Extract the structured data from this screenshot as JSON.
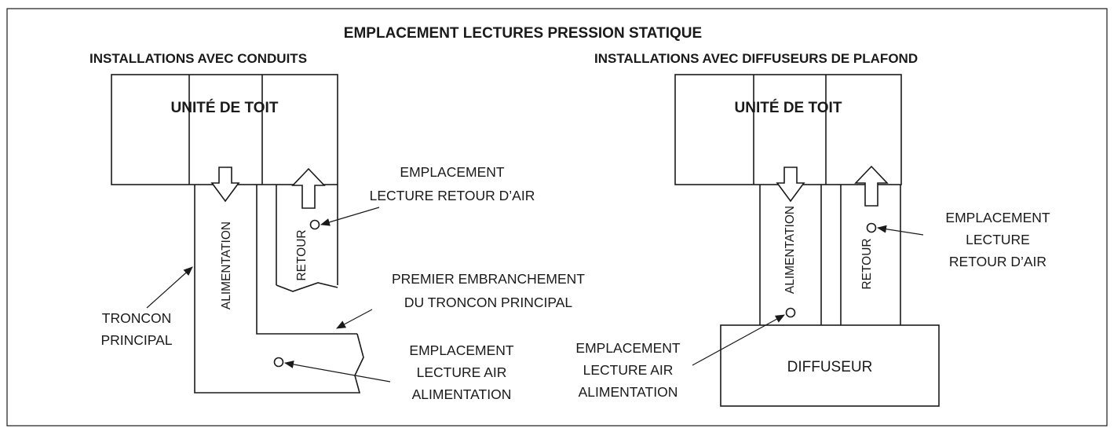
{
  "title": "EMPLACEMENT LECTURES PRESSION STATIQUE",
  "left": {
    "heading": "INSTALLATIONS AVEC CONDUITS",
    "unit_label": "UNITÉ DE TOIT",
    "supply_label": "ALIMENTATION",
    "return_label": "RETOUR",
    "return_reading": [
      "EMPLACEMENT",
      "LECTURE RETOUR D’AIR"
    ],
    "branch": [
      "PREMIER EMBRANCHEMENT",
      "DU TRONCON PRINCIPAL"
    ],
    "trunk": [
      "TRONCON",
      "PRINCIPAL"
    ],
    "supply_reading": [
      "EMPLACEMENT",
      "LECTURE AIR",
      "ALIMENTATION"
    ]
  },
  "right": {
    "heading": "INSTALLATIONS AVEC DIFFUSEURS DE PLAFOND",
    "unit_label": "UNITÉ DE TOIT",
    "supply_label": "ALIMENTATION",
    "return_label": "RETOUR",
    "return_reading": [
      "EMPLACEMENT",
      "LECTURE",
      "RETOUR D’AIR"
    ],
    "supply_reading": [
      "EMPLACEMENT",
      "LECTURE AIR",
      "ALIMENTATION"
    ],
    "diffuser_label": "DIFFUSEUR"
  }
}
